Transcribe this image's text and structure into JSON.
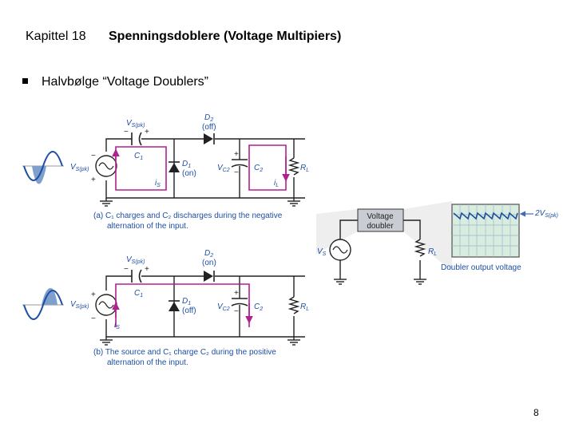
{
  "header": {
    "chapter": "Kapittel 18",
    "title": "Spenningsdoblere (Voltage Multipiers)"
  },
  "bullet": {
    "text": "Halvbølge “Voltage Doublers”"
  },
  "circuit_a": {
    "vs_pk": "V",
    "vs_pk_sub": "S(pk)",
    "vs_label": "V",
    "vs_sub": "S(pk)",
    "c1": "C",
    "c1_sub": "1",
    "d1": "D",
    "d1_sub": "1",
    "d1_state": "(on)",
    "d2": "D",
    "d2_sub": "2",
    "d2_state": "(off)",
    "vc2": "V",
    "vc2_sub": "C2",
    "c2": "C",
    "c2_sub": "2",
    "rl": "R",
    "rl_sub": "L",
    "is": "i",
    "is_sub": "S",
    "il": "i",
    "il_sub": "L",
    "caption_line1": "(a)  C₁ charges and C₂ discharges during the negative",
    "caption_line2": "alternation of the input."
  },
  "circuit_b": {
    "vs_pk": "V",
    "vs_pk_sub": "S(pk)",
    "vs_label": "V",
    "vs_sub": "S(pk)",
    "c1": "C",
    "c1_sub": "1",
    "d1": "D",
    "d1_sub": "1",
    "d1_state": "(off)",
    "d2": "D",
    "d2_sub": "2",
    "d2_state": "(on)",
    "vc2": "V",
    "vc2_sub": "C2",
    "c2": "C",
    "c2_sub": "2",
    "rl": "R",
    "rl_sub": "L",
    "is": "i",
    "is_sub": "S",
    "caption_line1": "(b)  The source and C₁ charge C₂ during the positive",
    "caption_line2": "alternation of the input."
  },
  "block_diagram": {
    "box_line1": "Voltage",
    "box_line2": "doubler",
    "vs": "V",
    "vs_sub": "S",
    "rl": "R",
    "rl_sub": "L",
    "out_label": "2V",
    "out_sub": "S(pk)",
    "scope_caption": "Doubler output voltage"
  },
  "page_number": "8",
  "colors": {
    "current_path": "#b0208f",
    "sine_fill": "#7f9fcc",
    "scope_screen": "#d8ecdf",
    "box_fill": "#c9cdd3"
  }
}
